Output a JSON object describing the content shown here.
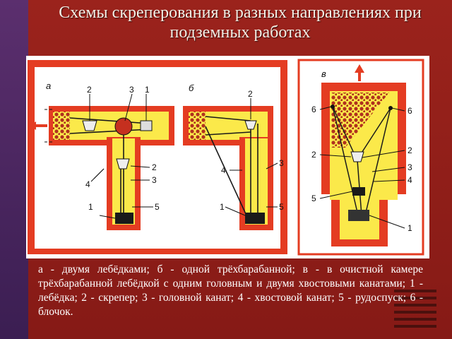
{
  "title": "Схемы скреперования в разных направлениях при подземных работах",
  "caption": "а - двумя лебёдками; б - одной трёхбарабанной; в - в очистной камере трёхбарабанной лебёдкой с одним головным и двумя хвостовыми канатами; 1 - лебёдка; 2 - скрепер; 3 - головной канат; 4 - хвостовой канат; 5 - рудоспуск; 6 - блочок.",
  "panels": {
    "a": {
      "letter": "а",
      "labels": [
        "2",
        "3",
        "1",
        "4",
        "2",
        "3",
        "1",
        "5"
      ]
    },
    "b": {
      "letter": "б",
      "labels": [
        "2",
        "4",
        "3",
        "1",
        "5"
      ]
    },
    "c": {
      "letter": "в",
      "labels": [
        "6",
        "6",
        "2",
        "2",
        "3",
        "4",
        "5",
        "1"
      ]
    }
  },
  "colors": {
    "wall": "#e43c22",
    "floor": "#fbe94a",
    "line": "#1a1a1a",
    "ore": "#b0301f"
  }
}
